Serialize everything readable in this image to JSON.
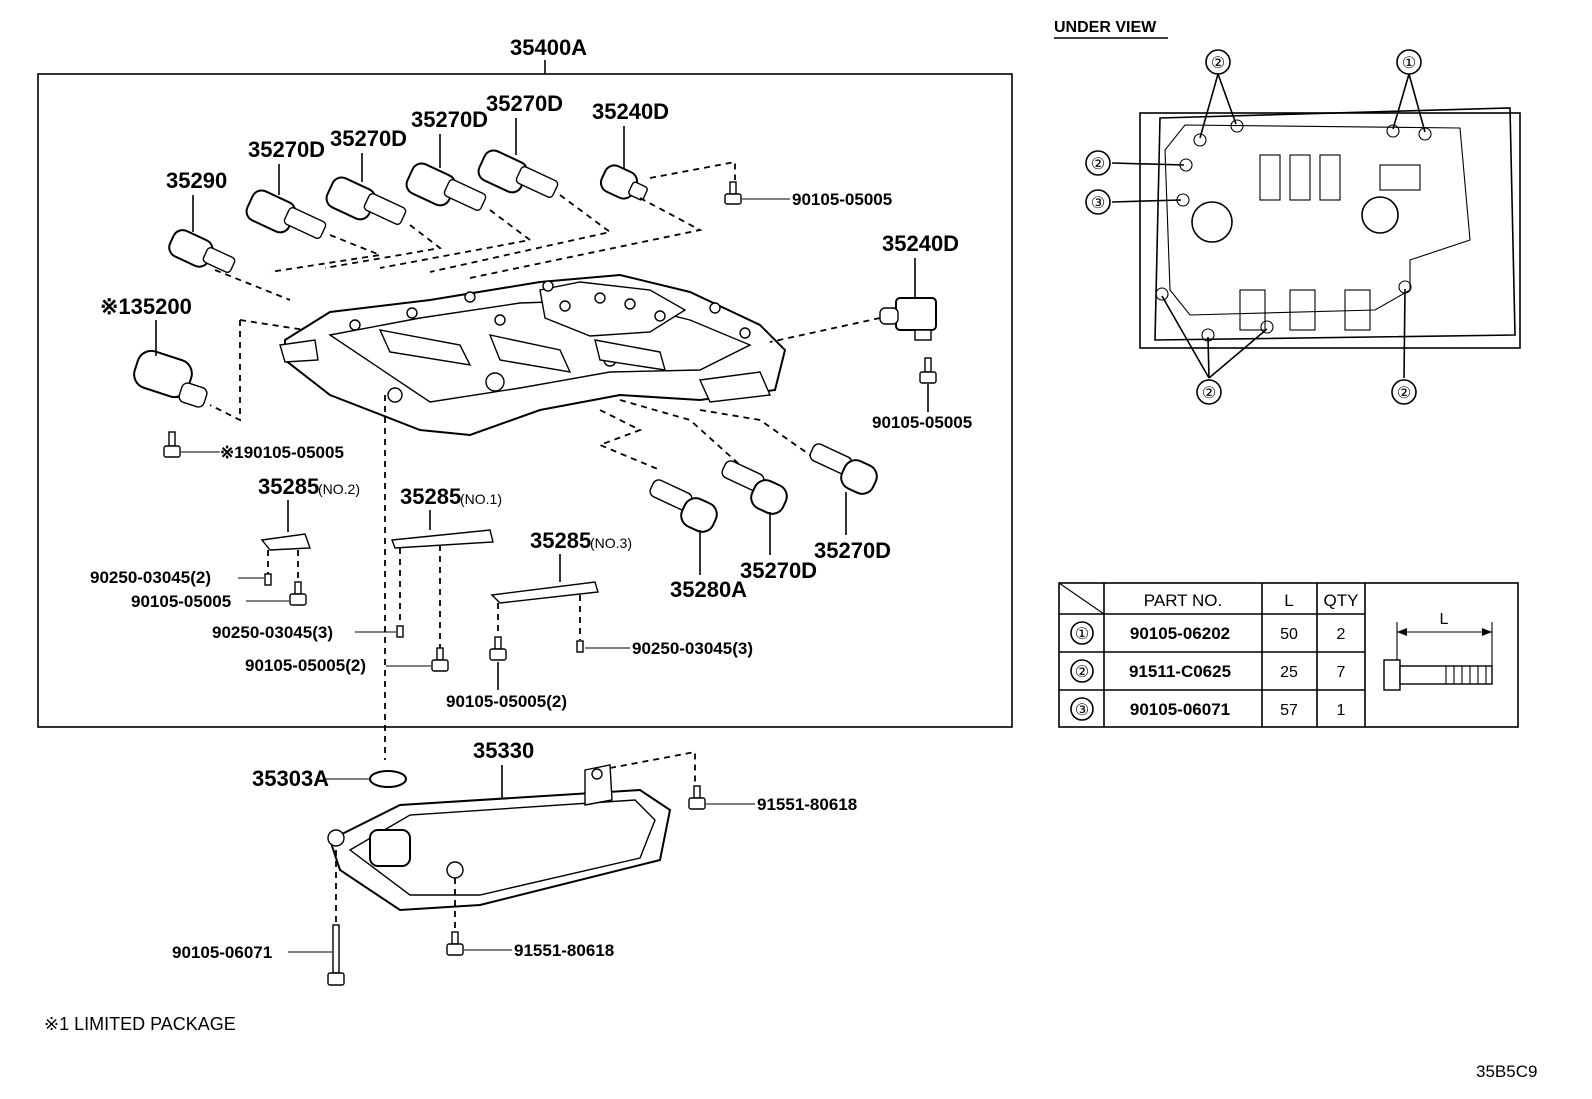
{
  "main_assembly_label": "35400A",
  "labels": {
    "sol_35290": "35290",
    "sol_35270d_1": "35270D",
    "sol_35270d_2": "35270D",
    "sol_35270d_3": "35270D",
    "sol_35270d_4": "35270D",
    "sol_35240d_top": "35240D",
    "sol_35240d_right": "35240D",
    "sol_35200": "※135200",
    "bolt_top_right": "90105-05005",
    "bolt_right": "90105-05005",
    "bolt_left": "※190105-05005",
    "plate_no2": "35285",
    "plate_no2_sub": "(NO.2)",
    "plate_no1": "35285",
    "plate_no1_sub": "(NO.1)",
    "plate_no3": "35285",
    "plate_no3_sub": "(NO.3)",
    "pin_no2": "90250-03045(2)",
    "bolt_no2": "90105-05005",
    "pin_no1": "90250-03045(3)",
    "bolt_no1": "90105-05005(2)",
    "bolt_no3": "90105-05005(2)",
    "pin_no3": "90250-03045(3)",
    "sol_35280a": "35280A",
    "sol_35270d_5": "35270D",
    "sol_35270d_6": "35270D",
    "strainer": "35330",
    "oring": "35303A",
    "strainer_bolt_top": "91551-80618",
    "strainer_bolt_bottom": "91551-80618",
    "strainer_long_bolt": "90105-06071"
  },
  "under_view": {
    "title": "UNDER VIEW",
    "callouts": [
      "①",
      "②",
      "②",
      "③",
      "②",
      "②"
    ]
  },
  "bolt_table": {
    "headers": [
      "PART NO.",
      "L",
      "QTY"
    ],
    "rows": [
      {
        "ref": "①",
        "part_no": "90105-06202",
        "l": "50",
        "qty": "2"
      },
      {
        "ref": "②",
        "part_no": "91511-C0625",
        "l": "25",
        "qty": "7"
      },
      {
        "ref": "③",
        "part_no": "90105-06071",
        "l": "57",
        "qty": "1"
      }
    ],
    "dimension_label": "L"
  },
  "footnote": "※1 LIMITED PACKAGE",
  "figure_code": "35B5C9"
}
